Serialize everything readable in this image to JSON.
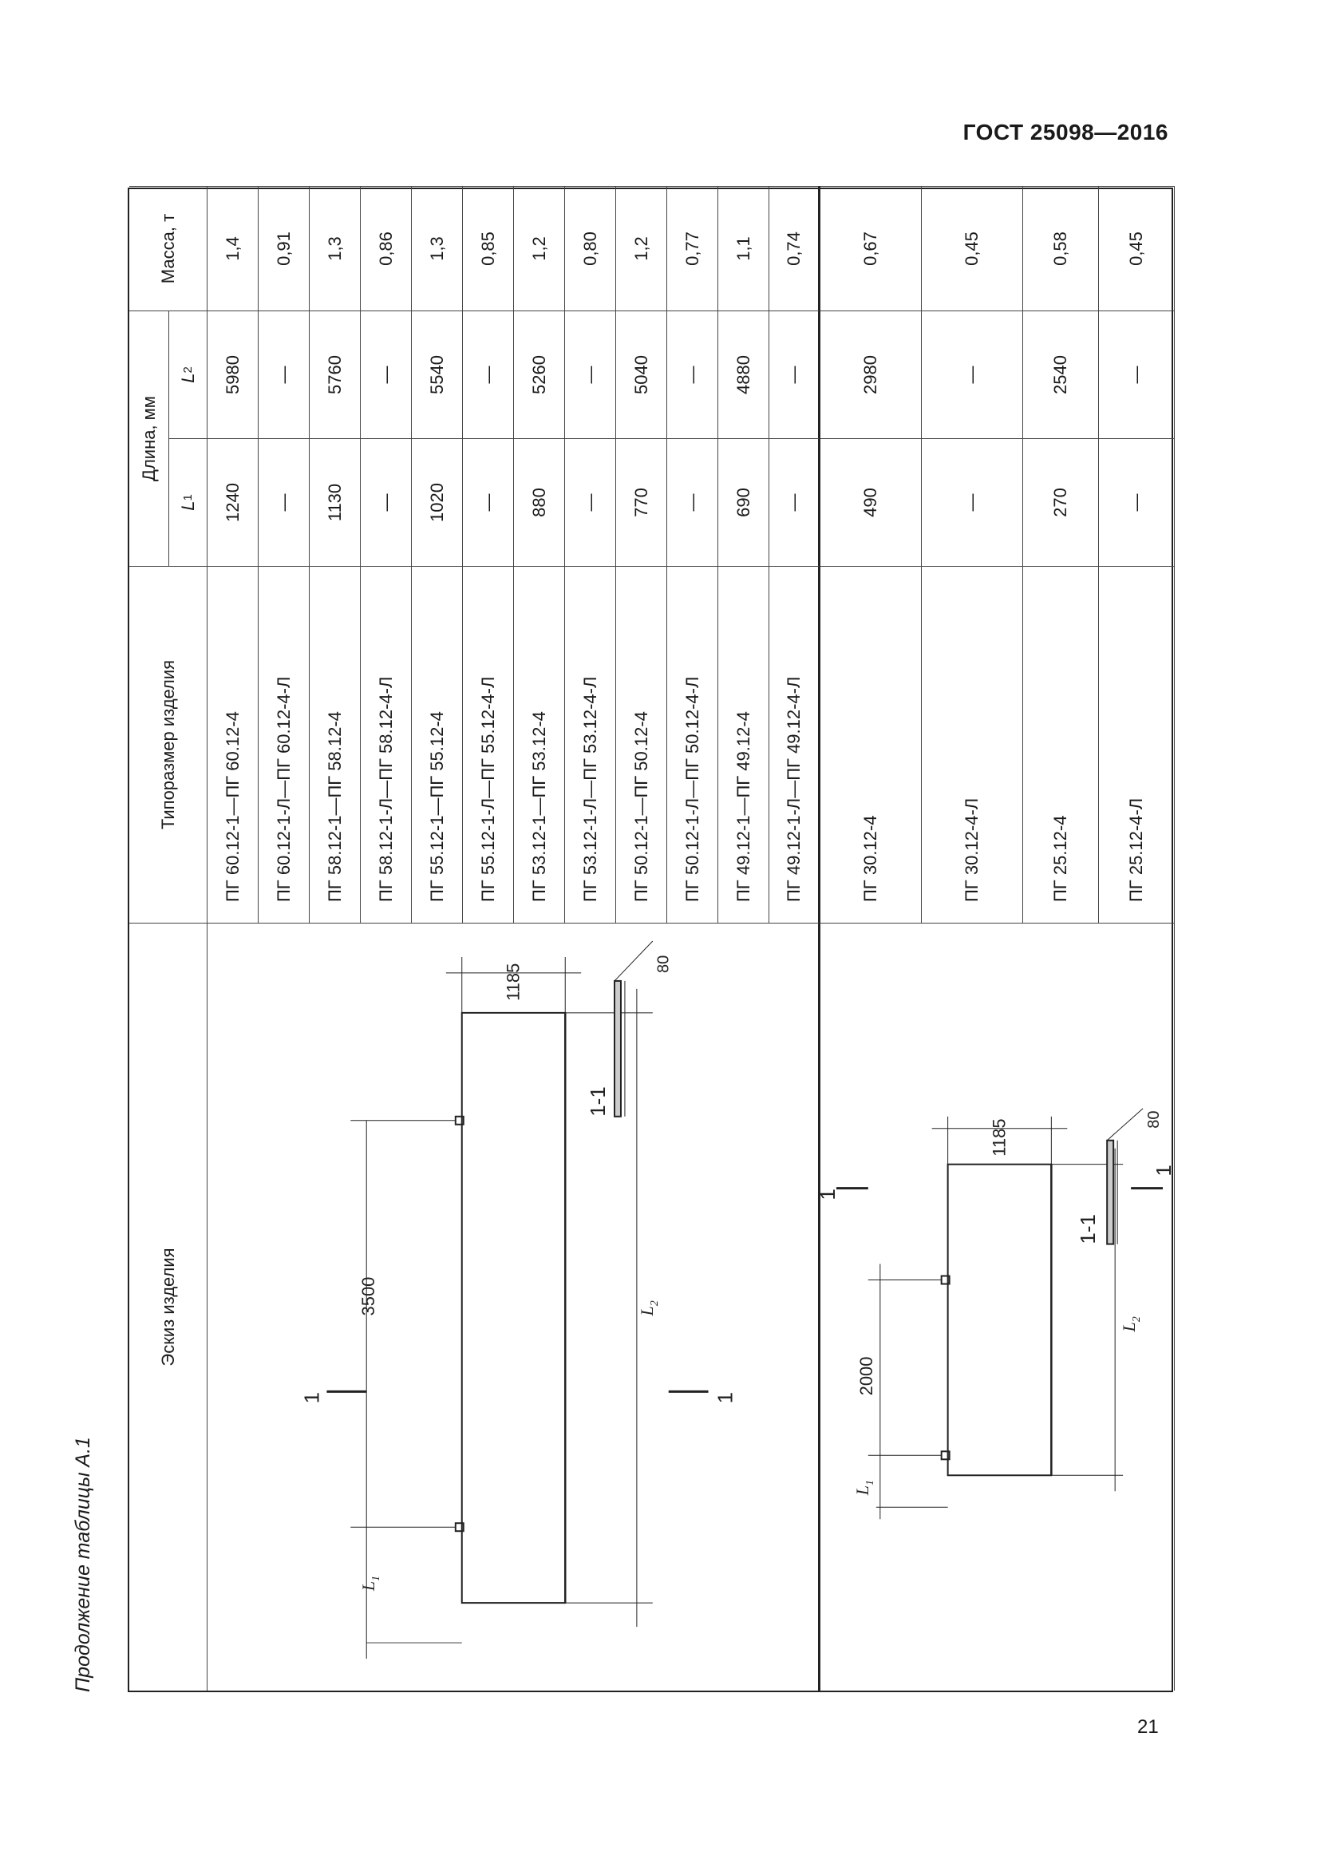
{
  "header": {
    "standard": "ГОСТ 25098—2016"
  },
  "caption": "Продолжение таблицы А.1",
  "table": {
    "col_sketch": "Эскиз изделия",
    "col_type": "Типоразмер изделия",
    "col_length": "Длина, мм",
    "col_l1": "L",
    "col_l1_sub": "1",
    "col_l2": "L",
    "col_l2_sub": "2",
    "col_mass": "Масса, т",
    "rows": [
      {
        "type": "ПГ 60.12-1—ПГ 60.12-4",
        "l1": "1240",
        "l2": "5980",
        "mass": "1,4"
      },
      {
        "type": "ПГ 60.12-1-Л—ПГ 60.12-4-Л",
        "l1": "—",
        "l2": "—",
        "mass": "0,91"
      },
      {
        "type": "ПГ 58.12-1—ПГ 58.12-4",
        "l1": "1130",
        "l2": "5760",
        "mass": "1,3"
      },
      {
        "type": "ПГ 58.12-1-Л—ПГ 58.12-4-Л",
        "l1": "—",
        "l2": "—",
        "mass": "0,86"
      },
      {
        "type": "ПГ 55.12-1—ПГ 55.12-4",
        "l1": "1020",
        "l2": "5540",
        "mass": "1,3"
      },
      {
        "type": "ПГ 55.12-1-Л—ПГ 55.12-4-Л",
        "l1": "—",
        "l2": "—",
        "mass": "0,85"
      },
      {
        "type": "ПГ 53.12-1—ПГ 53.12-4",
        "l1": "880",
        "l2": "5260",
        "mass": "1,2"
      },
      {
        "type": "ПГ 53.12-1-Л—ПГ 53.12-4-Л",
        "l1": "—",
        "l2": "—",
        "mass": "0,80"
      },
      {
        "type": "ПГ 50.12-1—ПГ 50.12-4",
        "l1": "770",
        "l2": "5040",
        "mass": "1,2"
      },
      {
        "type": "ПГ 50.12-1-Л—ПГ 50.12-4-Л",
        "l1": "—",
        "l2": "—",
        "mass": "0,77"
      },
      {
        "type": "ПГ 49.12-1—ПГ 49.12-4",
        "l1": "690",
        "l2": "4880",
        "mass": "1,1"
      },
      {
        "type": "ПГ 49.12-1-Л—ПГ 49.12-4-Л",
        "l1": "—",
        "l2": "—",
        "mass": "0,74"
      },
      {
        "type": "ПГ 30.12-4",
        "l1": "490",
        "l2": "2980",
        "mass": "0,67"
      },
      {
        "type": "ПГ 30.12-4-Л",
        "l1": "—",
        "l2": "—",
        "mass": "0,45"
      },
      {
        "type": "ПГ 25.12-4",
        "l1": "270",
        "l2": "2540",
        "mass": "0,58"
      },
      {
        "type": "ПГ 25.12-4-Л",
        "l1": "—",
        "l2": "—",
        "mass": "0,45"
      }
    ]
  },
  "sketch1": {
    "dim_width": "1185",
    "dim_thickness": "80",
    "dim_span": "3500",
    "label_l1": "L",
    "label_l1_sub": "1",
    "label_l2": "L",
    "label_l2_sub": "2",
    "section": "1-1",
    "cut_mark": "1"
  },
  "sketch2": {
    "dim_width": "1185",
    "dim_thickness": "80",
    "dim_span": "2000",
    "label_l1": "L",
    "label_l1_sub": "1",
    "label_l2": "L",
    "label_l2_sub": "2",
    "section": "1-1",
    "cut_mark": "1"
  },
  "page": {
    "number": "21"
  }
}
